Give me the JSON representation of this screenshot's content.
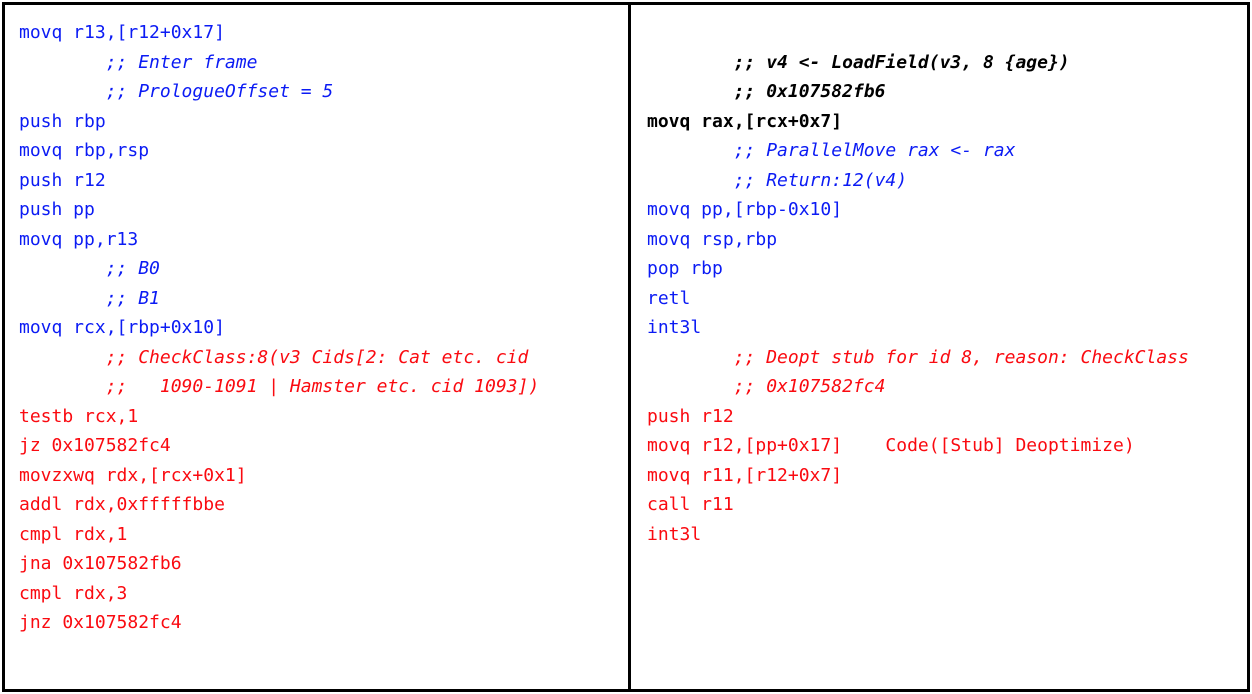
{
  "colors": {
    "blue": "#0b1bf4",
    "red": "#fa0a10",
    "black": "#000000",
    "border": "#000000",
    "background": "#ffffff"
  },
  "listing": {
    "panels": [
      {
        "id": "left",
        "lines": [
          {
            "text": "movq r13,[r12+0x17]",
            "style": "blue"
          },
          {
            "text": "        ;; Enter frame",
            "style": "blue-comment"
          },
          {
            "text": "        ;; PrologueOffset = 5",
            "style": "blue-comment"
          },
          {
            "text": "push rbp",
            "style": "blue"
          },
          {
            "text": "movq rbp,rsp",
            "style": "blue"
          },
          {
            "text": "push r12",
            "style": "blue"
          },
          {
            "text": "push pp",
            "style": "blue"
          },
          {
            "text": "movq pp,r13",
            "style": "blue"
          },
          {
            "text": "        ;; B0",
            "style": "blue-comment"
          },
          {
            "text": "        ;; B1",
            "style": "blue-comment"
          },
          {
            "text": "movq rcx,[rbp+0x10]",
            "style": "blue"
          },
          {
            "text": "        ;; CheckClass:8(v3 Cids[2: Cat etc. cid",
            "style": "red-comment"
          },
          {
            "text": "        ;;   1090-1091 | Hamster etc. cid 1093])",
            "style": "red-comment"
          },
          {
            "text": "testb rcx,1",
            "style": "red"
          },
          {
            "text": "jz 0x107582fc4",
            "style": "red"
          },
          {
            "text": "movzxwq rdx,[rcx+0x1]",
            "style": "red"
          },
          {
            "text": "addl rdx,0xfffffbbe",
            "style": "red"
          },
          {
            "text": "cmpl rdx,1",
            "style": "red"
          },
          {
            "text": "jna 0x107582fb6",
            "style": "red"
          },
          {
            "text": "cmpl rdx,3",
            "style": "red"
          },
          {
            "text": "jnz 0x107582fc4",
            "style": "red"
          }
        ]
      },
      {
        "id": "right",
        "lines": [
          {
            "text": "",
            "style": "blank"
          },
          {
            "text": "        ;; v4 <- LoadField(v3, 8 {age})",
            "style": "black-bold-comment"
          },
          {
            "text": "        ;; 0x107582fb6",
            "style": "black-bold-comment"
          },
          {
            "text": "movq rax,[rcx+0x7]",
            "style": "black-bold"
          },
          {
            "text": "        ;; ParallelMove rax <- rax",
            "style": "blue-comment"
          },
          {
            "text": "        ;; Return:12(v4)",
            "style": "blue-comment"
          },
          {
            "text": "movq pp,[rbp-0x10]",
            "style": "blue"
          },
          {
            "text": "movq rsp,rbp",
            "style": "blue"
          },
          {
            "text": "pop rbp",
            "style": "blue"
          },
          {
            "text": "retl",
            "style": "blue"
          },
          {
            "text": "int3l",
            "style": "blue"
          },
          {
            "text": "        ;; Deopt stub for id 8, reason: CheckClass",
            "style": "red-comment"
          },
          {
            "text": "        ;; 0x107582fc4",
            "style": "red-comment"
          },
          {
            "text": "push r12",
            "style": "red"
          },
          {
            "text": "movq r12,[pp+0x17]    Code([Stub] Deoptimize)",
            "style": "red"
          },
          {
            "text": "movq r11,[r12+0x7]",
            "style": "red"
          },
          {
            "text": "call r11",
            "style": "red"
          },
          {
            "text": "int3l",
            "style": "red"
          }
        ]
      }
    ]
  }
}
